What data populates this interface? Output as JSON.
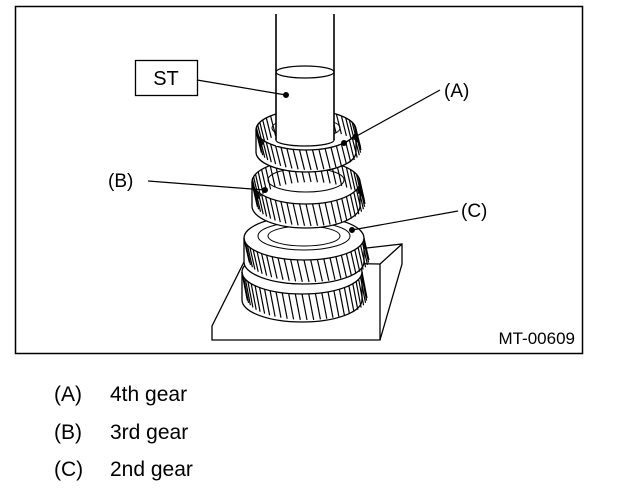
{
  "figure": {
    "tool_label": "ST",
    "callouts": [
      "(A)",
      "(B)",
      "(C)"
    ],
    "figure_code": "MT-00609"
  },
  "legend": [
    {
      "key": "(A)",
      "text": "4th gear"
    },
    {
      "key": "(B)",
      "text": "3rd gear"
    },
    {
      "key": "(C)",
      "text": "2nd gear"
    }
  ]
}
